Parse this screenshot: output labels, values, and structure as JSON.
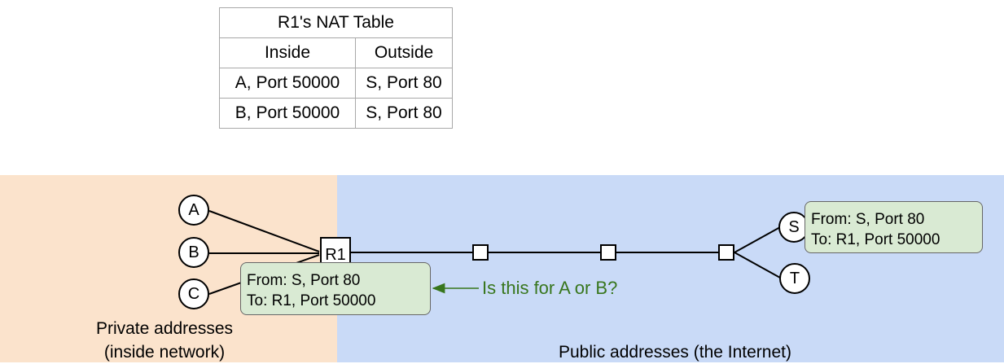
{
  "nat_table": {
    "title": "R1's NAT Table",
    "headers": [
      "Inside",
      "Outside"
    ],
    "rows": [
      [
        "A, Port 50000",
        "S, Port 80"
      ],
      [
        "B, Port 50000",
        "S, Port 80"
      ]
    ]
  },
  "nodes": {
    "a": "A",
    "b": "B",
    "c": "C",
    "router": "R1",
    "s": "S",
    "t": "T"
  },
  "packets": {
    "outside": {
      "from": "From: S, Port 80",
      "to": "To: R1, Port 50000"
    },
    "inside": {
      "from": "From: S, Port 80",
      "to": "To: R1, Port 50000"
    }
  },
  "question": "Is this for A or B?",
  "regions": {
    "private_line1": "Private addresses",
    "private_line2": "(inside network)",
    "public": "Public addresses (the Internet)"
  },
  "colors": {
    "private_region": "#fbe3cc",
    "public_region": "#c9daf7",
    "packet_fill": "#d9ead3",
    "question_text": "#38761d"
  }
}
